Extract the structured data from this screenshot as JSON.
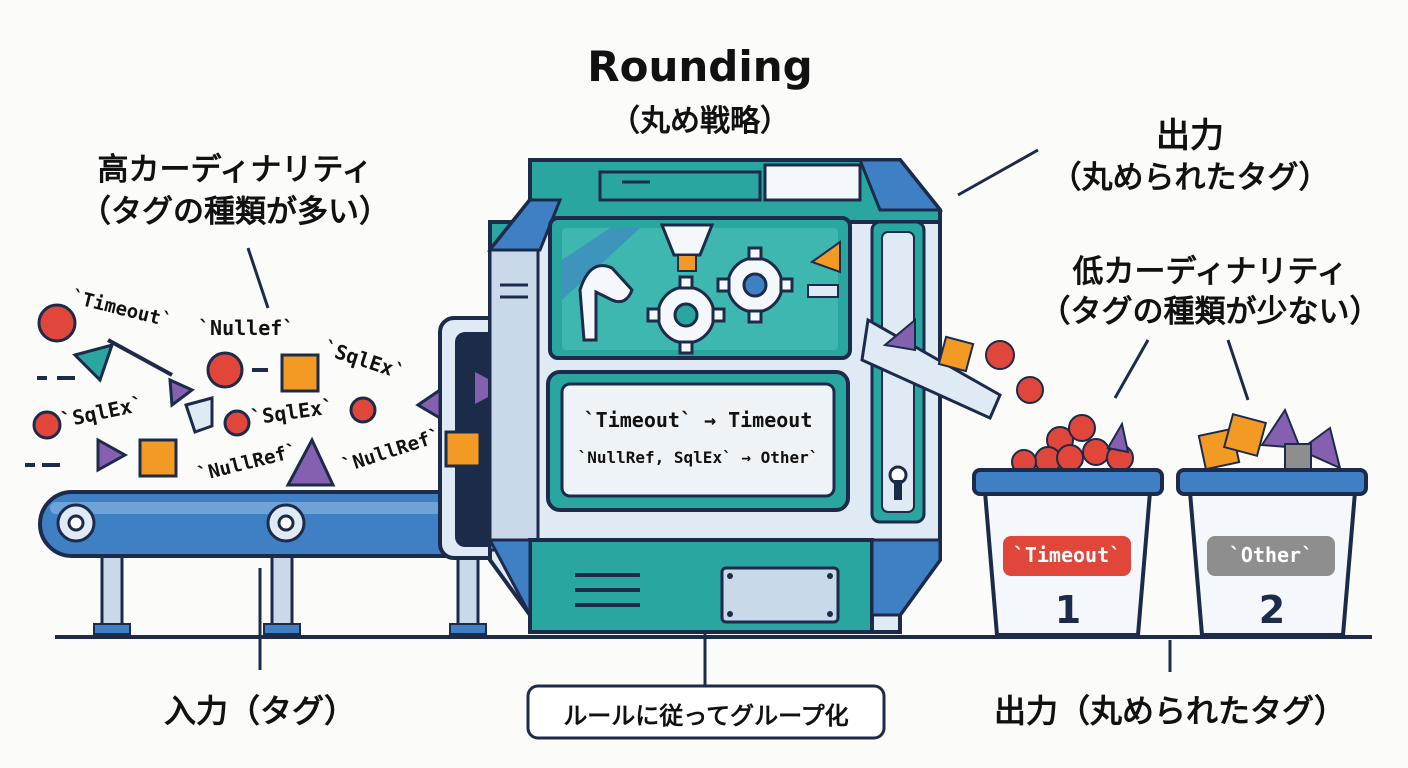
{
  "title": "Rounding",
  "subtitle": "（丸め戦略）",
  "input_top": {
    "line1": "高カーディナリティ",
    "line2": "（タグの種類が多い）"
  },
  "output_top": {
    "line1": "出力",
    "line2": "（丸められたタグ）"
  },
  "output_mid": {
    "line1": "低カーディナリティ",
    "line2": "（タグの種類が少ない）"
  },
  "bottom": {
    "input": "入力（タグ）",
    "rule": "ルールに従ってグループ化",
    "output": "出力（丸められたタグ）"
  },
  "rules": [
    "`Timeout` → Timeout",
    "`NullRef, SqlEx` → Other`"
  ],
  "scattered_tags": [
    "`Timeout`",
    "`Nullef`",
    "`SqlEx`",
    "`SqlEx`",
    "`SqlEx`",
    "`NullRef`",
    "`NullRef`"
  ],
  "bins": [
    {
      "tag": "`Timeout`",
      "number": "1",
      "color": "#e0463a"
    },
    {
      "tag": "`Other`",
      "number": "2",
      "color": "#8e8e8e"
    }
  ],
  "colors": {
    "machine_blue": "#3f7fc4",
    "machine_teal": "#2aa6a0",
    "machine_light": "#dfeaf5",
    "outline": "#1d2b4a",
    "red": "#e0463a",
    "orange": "#f29a24",
    "purple": "#8560b0",
    "teal_shape": "#2aa6a0"
  }
}
